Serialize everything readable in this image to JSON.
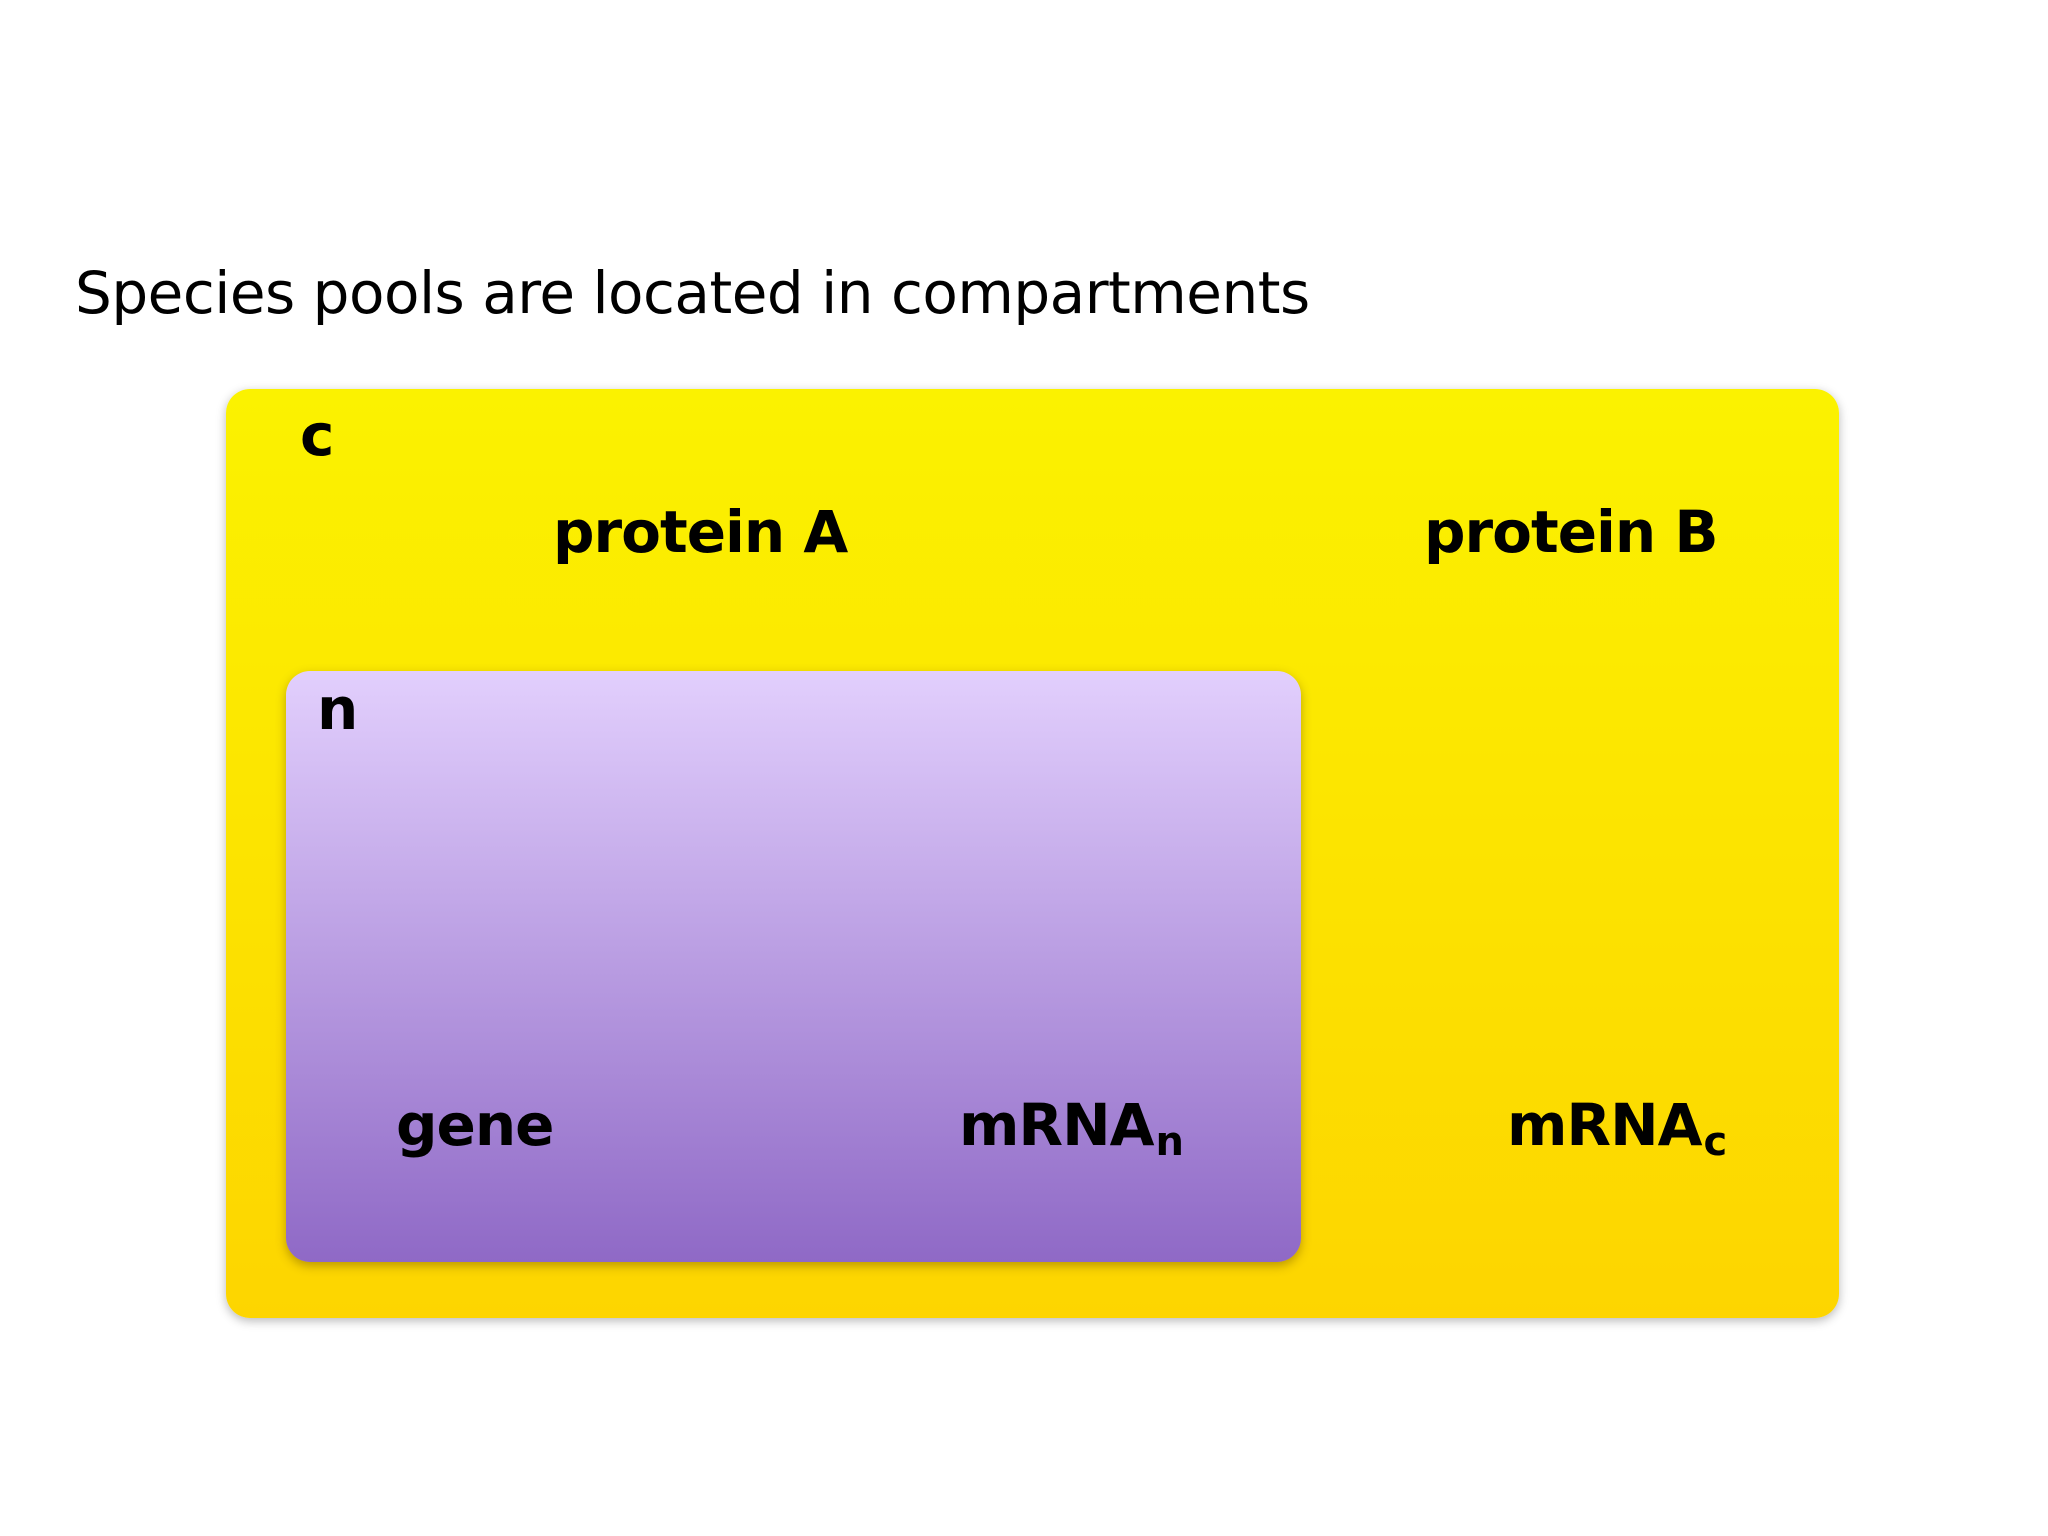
{
  "title": "Species pools are located in compartments",
  "compartments": {
    "outer": {
      "label": "c",
      "species": {
        "protein_a": "protein A",
        "protein_b": "protein B",
        "mrna_c": {
          "base": "mRNA",
          "subscript": "c"
        }
      },
      "color_top": "#fbf200",
      "color_bottom": "#fdd500"
    },
    "inner": {
      "label": "n",
      "species": {
        "gene": "gene",
        "mrna_n": {
          "base": "mRNA",
          "subscript": "n"
        }
      },
      "color_top": "#e2cffd",
      "color_bottom": "#8f69c6"
    }
  }
}
